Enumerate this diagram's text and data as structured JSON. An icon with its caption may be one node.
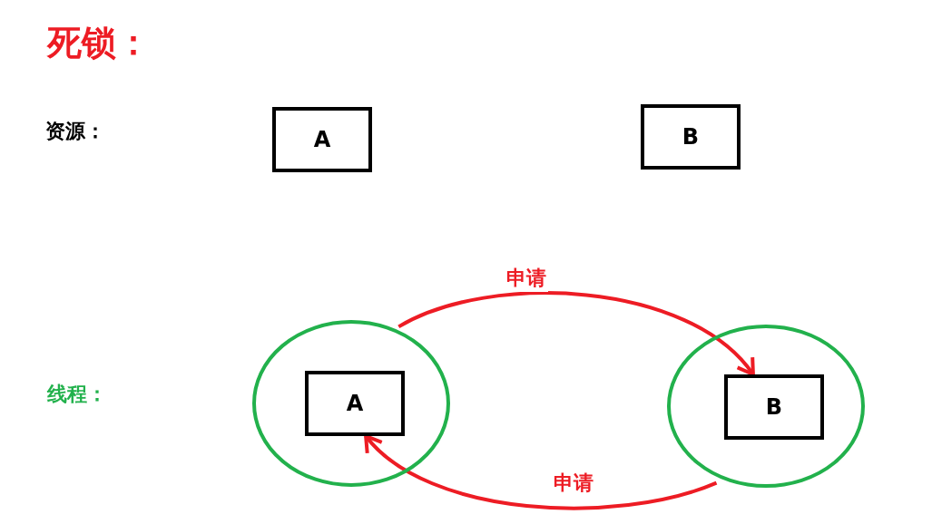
{
  "diagram": {
    "title": "死锁：",
    "nodes": [
      {
        "text": [
          "A"
        ]
      },
      {
        "text": [
          "B"
        ]
      },
      {
        "text": [],
        "shape": "circle"
      },
      {
        "text": [
          "A"
        ],
        "in": 2
      },
      {
        "text": [],
        "shape": "circle"
      },
      {
        "text": [
          "B"
        ],
        "in": 4
      }
    ],
    "edges": [
      {
        "from": 2,
        "to": 5,
        "arrow": "to",
        "label": "申请",
        "color": "#ed1c24"
      },
      {
        "from": 4,
        "to": 3,
        "arrow": "to",
        "label": "申请",
        "color": "#ed1c24"
      }
    ],
    "labels": [
      "资源：",
      "线程："
    ]
  }
}
